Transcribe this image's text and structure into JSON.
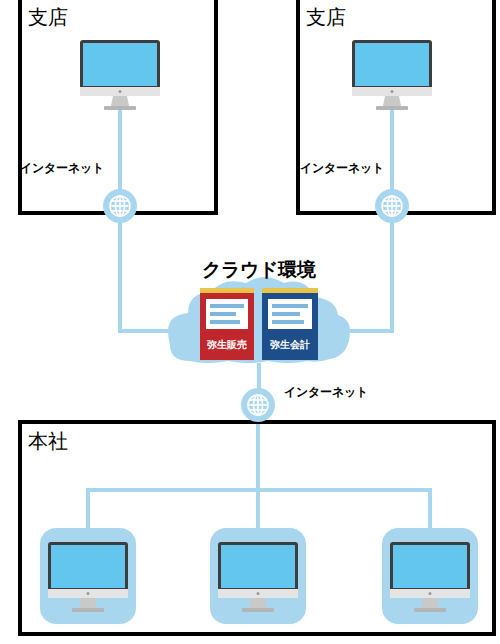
{
  "diagram": {
    "nodes": [
      {
        "text": [
          "支店"
        ]
      },
      {
        "text": [
          "支店"
        ]
      },
      {
        "text": [
          "クラウド環境"
        ]
      },
      {
        "text": [
          "本社"
        ]
      }
    ],
    "edges": [
      {
        "from": 0,
        "to": 2,
        "arrow": "none"
      },
      {
        "from": 1,
        "to": 2,
        "arrow": "none"
      },
      {
        "from": 2,
        "to": 3,
        "arrow": "none"
      }
    ],
    "labels": [
      "インターネット",
      "インターネット",
      "インターネット",
      "弥生販売",
      "弥生会計"
    ]
  }
}
